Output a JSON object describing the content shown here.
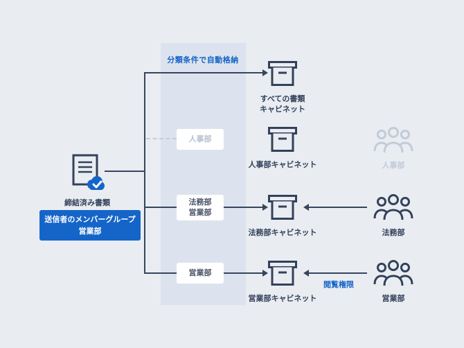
{
  "colors": {
    "background": "#e9edf2",
    "panel": "#dde3ee",
    "accent_blue": "#1464c8",
    "line_dark": "#37445c",
    "inactive_gray": "#c3cbd8",
    "box_white": "#ffffff"
  },
  "panel": {
    "title": "分類条件で自動格納"
  },
  "source": {
    "document_label": "締結済み書類",
    "sender_group_line1": "送信者のメンバーグループ",
    "sender_group_line2": "営業部"
  },
  "conditions": [
    {
      "label": "人事部",
      "state": "inactive"
    },
    {
      "line1": "法務部",
      "line2": "営業部",
      "state": "active"
    },
    {
      "label": "営業部",
      "state": "active"
    }
  ],
  "cabinets": [
    {
      "line1": "すべての書類",
      "line2": "キャビネット"
    },
    {
      "label": "人事部キャビネット"
    },
    {
      "label": "法務部キャビネット"
    },
    {
      "label": "営業部キャビネット"
    }
  ],
  "groups": [
    {
      "label": "人事部",
      "state": "inactive"
    },
    {
      "label": "法務部",
      "state": "active"
    },
    {
      "label": "営業部",
      "state": "active"
    }
  ],
  "permission_label": "閲覧権限"
}
